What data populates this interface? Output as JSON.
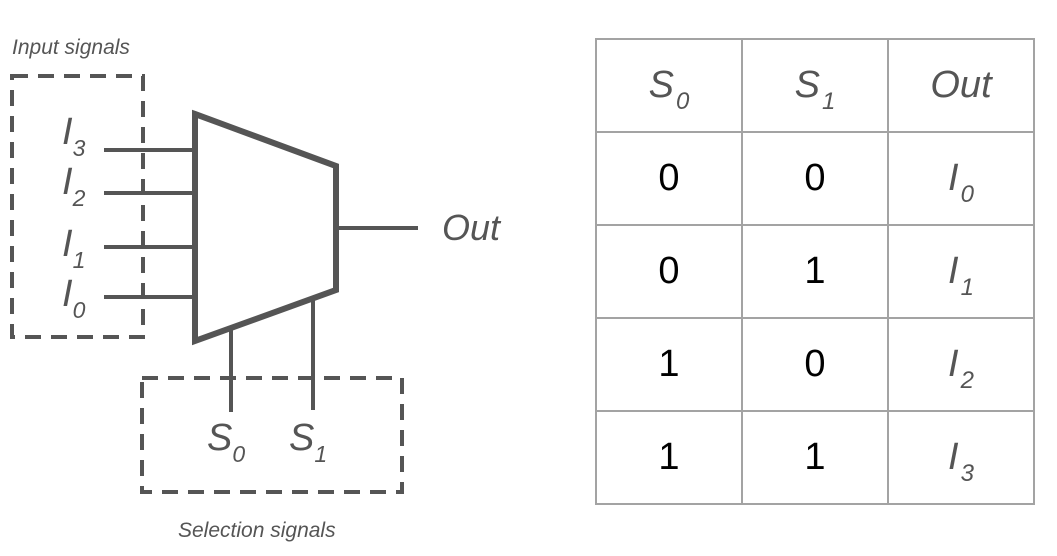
{
  "diagram": {
    "input_caption": "Input signals",
    "selection_caption": "Selection signals",
    "output_label": "Out",
    "inputs": [
      {
        "base": "I",
        "sub": "3"
      },
      {
        "base": "I",
        "sub": "2"
      },
      {
        "base": "I",
        "sub": "1"
      },
      {
        "base": "I",
        "sub": "0"
      }
    ],
    "selects": [
      {
        "base": "S",
        "sub": "0"
      },
      {
        "base": "S",
        "sub": "1"
      }
    ]
  },
  "truth_table": {
    "headers": [
      {
        "base": "S",
        "sub": "0"
      },
      {
        "base": "S",
        "sub": "1"
      },
      {
        "base": "Out",
        "sub": ""
      }
    ],
    "rows": [
      {
        "s0": "0",
        "s1": "0",
        "out": {
          "base": "I",
          "sub": "0"
        }
      },
      {
        "s0": "0",
        "s1": "1",
        "out": {
          "base": "I",
          "sub": "1"
        }
      },
      {
        "s0": "1",
        "s1": "0",
        "out": {
          "base": "I",
          "sub": "2"
        }
      },
      {
        "s0": "1",
        "s1": "1",
        "out": {
          "base": "I",
          "sub": "3"
        }
      }
    ]
  },
  "colors": {
    "stroke": "#555555",
    "table_border": "#a3a3a3",
    "table_digits": "#000000"
  }
}
